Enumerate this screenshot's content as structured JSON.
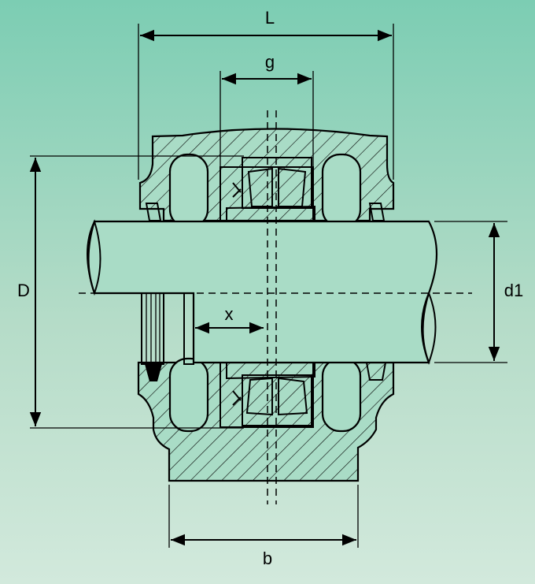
{
  "diagram": {
    "labels": {
      "L": "L",
      "g": "g",
      "D": "D",
      "d1": "d1",
      "x": "x",
      "b": "b"
    },
    "colors": {
      "background_top": "#7ccdb3",
      "background_bottom": "#d2e9dc",
      "line": "#000000"
    }
  }
}
